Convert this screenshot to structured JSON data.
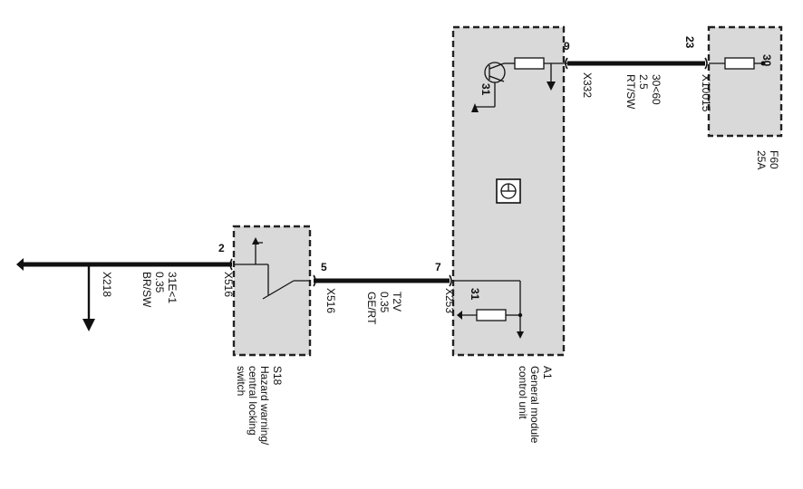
{
  "colors": {
    "module_fill": "#d9d9d9",
    "wire": "#111111",
    "text": "#111111",
    "background": "#ffffff"
  },
  "ground_wire": {
    "connector": "X218",
    "wire_code": "31E<1",
    "cross_section": "0.35",
    "color_code": "BR/SW"
  },
  "switch_s18": {
    "designator": "S18",
    "description_line1": "Hazard warning/",
    "description_line2": "central locking",
    "description_line3": "switch",
    "pin_in": "2",
    "pin_in_connector": "X516",
    "pin_out": "5",
    "pin_out_connector": "X516"
  },
  "wire_switch_to_module": {
    "wire_code": "T2V",
    "cross_section": "0.35",
    "color_code": "GE/RT"
  },
  "module_a1": {
    "designator": "A1",
    "description_line1": "General module",
    "description_line2": "control unit",
    "pin_input": "7",
    "pin_input_connector": "X253",
    "pin_power": "9",
    "pin_power_connector": "X332",
    "ground_label_top": "31",
    "ground_label_bottom": "31",
    "icon": "control-unit-icon"
  },
  "wire_module_to_fuse": {
    "wire_code": "30<60",
    "cross_section": "2.5",
    "color_code": "RT/SW"
  },
  "fuse_f60": {
    "designator": "F60",
    "rating": "25A",
    "pin": "23",
    "pin_connector": "X10015",
    "terminal": "30"
  }
}
